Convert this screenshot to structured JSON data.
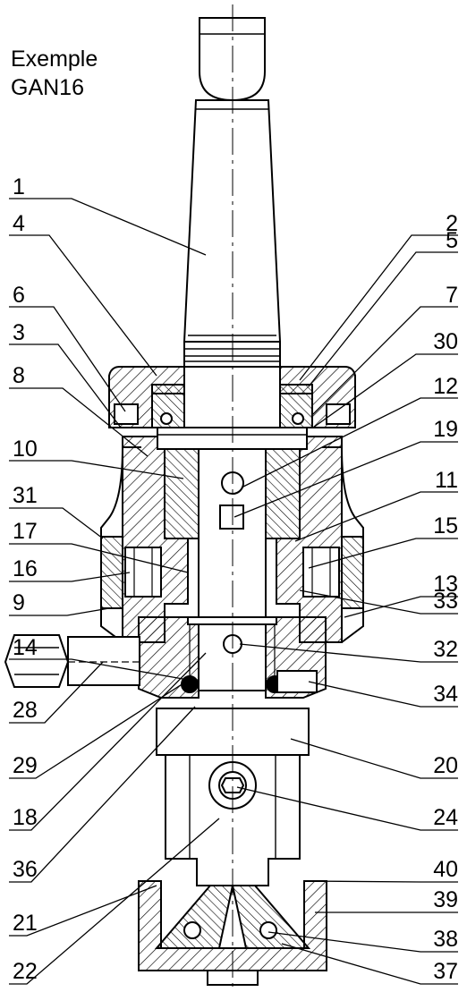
{
  "title": [
    "Exemple",
    "GAN16"
  ],
  "labels_left": [
    "1",
    "4",
    "6",
    "3",
    "8",
    "10",
    "31",
    "17",
    "16",
    "9",
    "14",
    "28",
    "29",
    "18",
    "36",
    "21",
    "22"
  ],
  "labels_right": [
    "2",
    "5",
    "7",
    "30",
    "12",
    "19",
    "11",
    "15",
    "13",
    "33",
    "32",
    "34",
    "20",
    "24",
    "40",
    "39",
    "38",
    "37"
  ]
}
